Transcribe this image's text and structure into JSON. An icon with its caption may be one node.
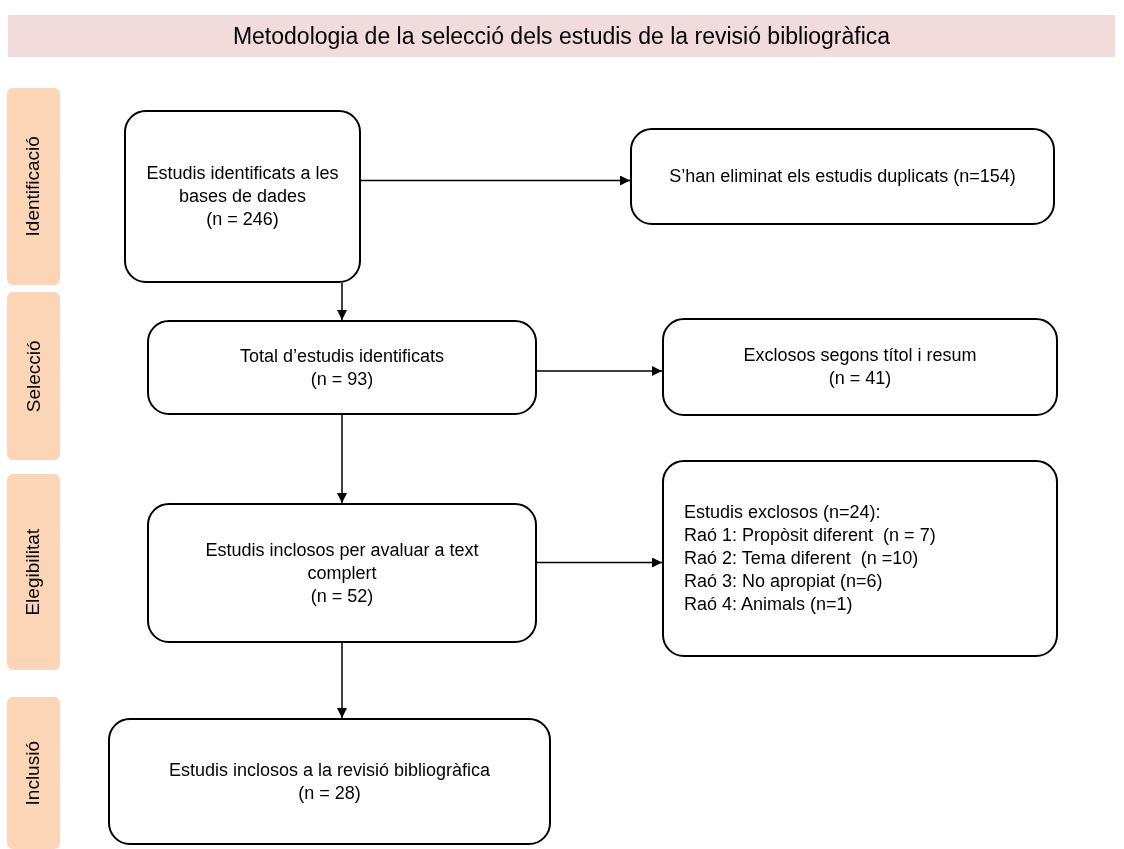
{
  "diagram": {
    "title": "Metodologia de la selecció dels estudis de la revisió bibliogràfica",
    "nodes": [
      {
        "text": [
          "Identificació"
        ]
      },
      {
        "text": [
          "Estudis identificats a les bases de dades",
          "(n = 246)"
        ]
      },
      {
        "text": [
          "S’han eliminat els estudis duplicats (n=154)"
        ]
      },
      {
        "text": [
          "Selecció"
        ]
      },
      {
        "text": [
          "Total d’estudis identificats",
          "(n = 93)"
        ]
      },
      {
        "text": [
          "Exclosos segons títol i resum",
          "(n = 41)"
        ]
      },
      {
        "text": [
          "Elegibilitat"
        ]
      },
      {
        "text": [
          "Estudis inclosos per avaluar a text complert",
          "(n = 52)"
        ]
      },
      {
        "text": [
          "Estudis exclosos (n=24):",
          "Raó 1: Propòsit diferent  (n = 7)",
          "Raó 2: Tema diferent  (n =10)",
          "Raó 3: No apropiat (n=6)",
          "Raó 4: Animals (n=1)"
        ]
      },
      {
        "text": [
          "Inclusió"
        ]
      },
      {
        "text": [
          "Estudis inclosos a la revisió bibliogràfica",
          "(n = 28)"
        ]
      }
    ],
    "edges": [
      {
        "from": 1,
        "to": 2,
        "arrow": "to"
      },
      {
        "from": 1,
        "to": 4,
        "arrow": "to"
      },
      {
        "from": 4,
        "to": 5,
        "arrow": "to"
      },
      {
        "from": 4,
        "to": 7,
        "arrow": "to"
      },
      {
        "from": 7,
        "to": 8,
        "arrow": "to"
      },
      {
        "from": 7,
        "to": 10,
        "arrow": "to"
      }
    ]
  }
}
